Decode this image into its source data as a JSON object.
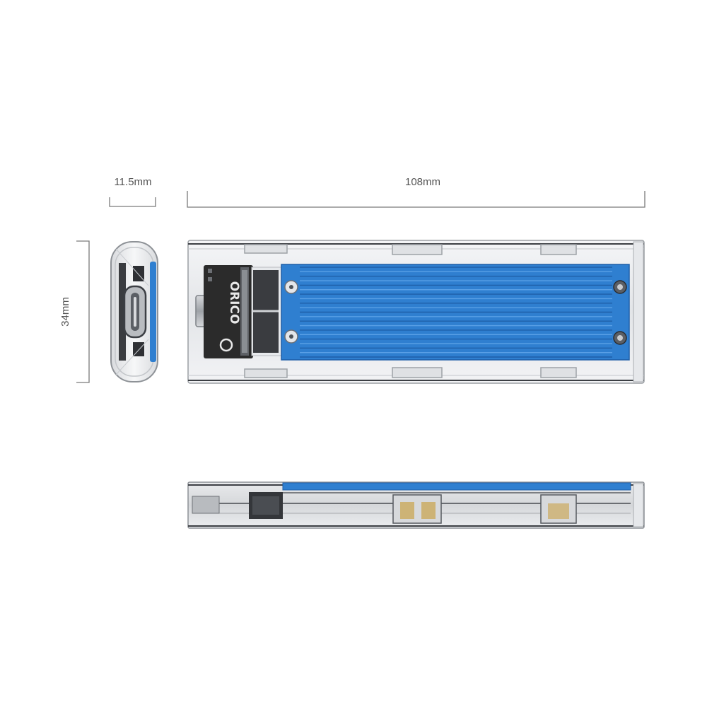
{
  "dimensions": {
    "depth": "11.5mm",
    "length": "108mm",
    "width": "34mm"
  },
  "product": {
    "brand_logo": "ORICO",
    "colors": {
      "heatsink": "#2f7fd0",
      "heatsink_dark": "#1f5fa8",
      "pcb": "#2b2b2b",
      "shell": "#c9ccd1",
      "dimension_line": "#7a7a7a"
    }
  }
}
